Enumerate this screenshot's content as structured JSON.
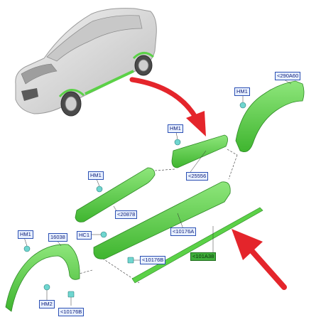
{
  "labels": {
    "hm1_top_right": "HM1",
    "part_290a60": "<290A60",
    "hm1_upper_mid": "HM1",
    "part_25556": "<25556",
    "hm1_left_mid": "HM1",
    "part_20878": "<20878",
    "part_10176a": "<10176A",
    "hc1": "HC1",
    "part_10176b_mid": "<10176B",
    "part_101a38": "<101A38",
    "hm1_bottom_left": "HM1",
    "part_16038": "16038",
    "hm2": "HM2",
    "part_10176b_bottom": "<10176B"
  },
  "colors": {
    "part_green": "#5bd147",
    "part_outline": "#2e8a26",
    "arrow_red": "#e4252b",
    "label_fill": "#e8f0ff",
    "label_border": "#2b4fb3",
    "label_green_fill": "#3fae3a",
    "car_body": "#d9d9d9"
  }
}
